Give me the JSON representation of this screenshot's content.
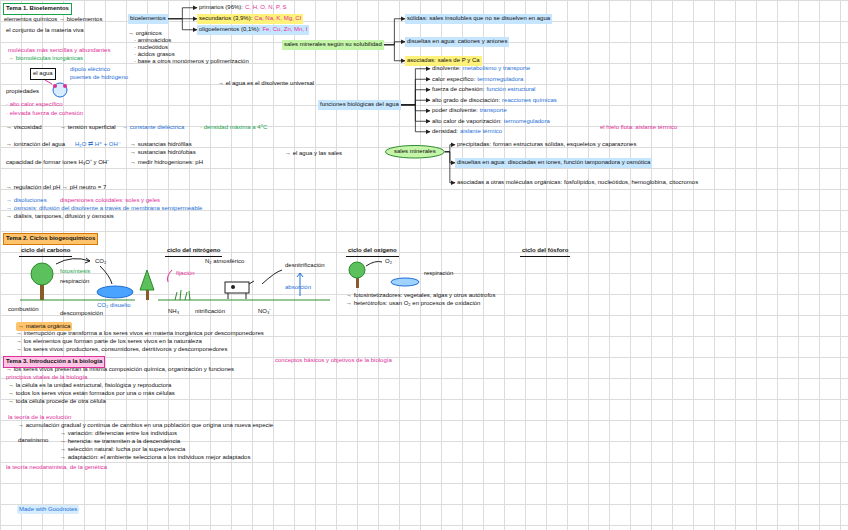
{
  "diagram": {
    "nodes": [
      {
        "text": [
          "Tema 1. Bioelementos"
        ]
      },
      {
        "text": [
          "bioelementos"
        ]
      },
      {
        "text": [
          "primarios (96%):",
          "C, H, O, N, P, S"
        ]
      },
      {
        "text": [
          "secundarios (3,9%):",
          "Ca, Na, K, Mg, Cl"
        ]
      },
      {
        "text": [
          "oligoelementos (0,1%):",
          "Fe, Cu, Zn, Mn, I"
        ]
      },
      {
        "text": [
          "sales minerales según su solubilidad"
        ]
      },
      {
        "text": [
          "sólidas:",
          "sales insolubles que no se disuelven en agua"
        ]
      },
      {
        "text": [
          "disueltas en agua:",
          "cationes y aniones"
        ]
      },
      {
        "text": [
          "asociadas:",
          "sales de P y Ca"
        ]
      },
      {
        "text": [
          "el agua"
        ]
      },
      {
        "text": [
          "funciones biológicas del agua"
        ]
      },
      {
        "text": [
          "disolvente:",
          "metabolismo y transporte"
        ]
      },
      {
        "text": [
          "calor específico:",
          "termorreguladora"
        ]
      },
      {
        "text": [
          "fuerza de cohesión:",
          "función estructural"
        ]
      },
      {
        "text": [
          "alto grado de disociación:",
          "reacciones químicas"
        ]
      },
      {
        "text": [
          "poder disolvente:",
          "transporte"
        ]
      },
      {
        "text": [
          "alto calor de vaporización:",
          "termorreguladora"
        ]
      },
      {
        "text": [
          "densidad:",
          "aislante térmico"
        ]
      },
      {
        "text": [
          "sales minerales"
        ]
      },
      {
        "text": [
          "precipitadas:",
          "forman estructuras sólidas, esqueletos y caparazones"
        ]
      },
      {
        "text": [
          "disueltas en agua:",
          "disociadas en iones, función tamponadora y osmótica"
        ]
      },
      {
        "text": [
          "asociadas a otras moléculas orgánicas:",
          "fosfolípidos, nucleótidos, hemoglobina, citocromos"
        ]
      },
      {
        "text": [
          "Tema 2. Ciclos biogeoquímicos"
        ]
      },
      {
        "text": [
          "ciclo del carbono"
        ]
      },
      {
        "text": [
          "ciclo del nitrógeno"
        ]
      },
      {
        "text": [
          "ciclo del oxígeno"
        ]
      },
      {
        "text": [
          "ciclo del fósforo"
        ]
      },
      {
        "text": [
          "Tema 3. Introducción a la biología"
        ]
      }
    ],
    "edges": [
      {
        "from": 1,
        "to": 2,
        "arrow": "to"
      },
      {
        "from": 1,
        "to": 3,
        "arrow": "to"
      },
      {
        "from": 1,
        "to": 4,
        "arrow": "to"
      },
      {
        "from": 5,
        "to": 6,
        "arrow": "to"
      },
      {
        "from": 5,
        "to": 7,
        "arrow": "to"
      },
      {
        "from": 5,
        "to": 8,
        "arrow": "to"
      },
      {
        "from": 10,
        "to": 11,
        "arrow": "to"
      },
      {
        "from": 10,
        "to": 12,
        "arrow": "to"
      },
      {
        "from": 10,
        "to": 13,
        "arrow": "to"
      },
      {
        "from": 10,
        "to": 14,
        "arrow": "to"
      },
      {
        "from": 10,
        "to": 15,
        "arrow": "to"
      },
      {
        "from": 10,
        "to": 16,
        "arrow": "to"
      },
      {
        "from": 10,
        "to": 17,
        "arrow": "to"
      },
      {
        "from": 18,
        "to": 19,
        "arrow": "to"
      },
      {
        "from": 18,
        "to": 20,
        "arrow": "to"
      },
      {
        "from": 18,
        "to": 21,
        "arrow": "to"
      }
    ],
    "labels": [
      "elementos químicos → bioelementos",
      "el conjunto de la materia viva",
      "→ orgánicos",
      "· aminoácidos",
      "· nucleótidos",
      "· ácidos grasos",
      "· base a otros monómeros y polimerización",
      "moléculas más sencillas y abundantes",
      "→ biomoléculas inorgánicas",
      "→ el agua es el disolvente universal",
      "dipolo eléctrico",
      "puentes de hidrógeno",
      "propiedades",
      "· alto calor específico",
      "· elevada fuerza de cohesión",
      "→ viscosidad",
      "→ tensión superficial",
      "→ constante dieléctrica",
      "· densidad máxima a 4ºC",
      "→ ionización del agua",
      "H₂O ⇄ H⁺ + OH⁻",
      "→ sustancias hidrófilas",
      "→ sustancias hidrófobas",
      "capacidad de formar iones H₃O⁺ y OH⁻",
      "→ medir hidrogeniones: pH",
      "→ regulación del pH → pH neutro = 7",
      "→ disoluciones",
      "dispersiones coloidales: soles y geles",
      "→ ósmosis: difusión del disolvente a través de membrana semipermeable",
      "→ diálisis, tampones, difusión y ósmosis",
      "→ el agua y las sales",
      "el hielo flota: aislante térmico",
      "CO₂",
      "fotosíntesis",
      "respiración",
      "combustión",
      "descomposición",
      "CO₂ disuelto",
      "N₂ atmosférico",
      "fijación",
      "NH₃",
      "nitrificación",
      "NO₃⁻",
      "desnitrificación",
      "absorción",
      "O₂",
      "respiración",
      "→ fotosintetizadores: vegetales, algas y otros autótrofos",
      "→ heterótrofos: usan O₂ en procesos de oxidación",
      "→ materia orgánica",
      "→ interrupción que transforma a los seres vivos en materia inorgánica por descomponedores",
      "→ los elementos que forman parte de los seres vivos en la naturaleza",
      "→ los seres vivos: productores, consumidores, detritívoros y descomponedores",
      "conceptos básicos y objetivos de la biología",
      "→ los seres vivos presentan la misma composición química, organización y funciones",
      "principios vitales de la biología",
      "→ la célula es la unidad estructural, fisiológica y reproductora",
      "→ todos los seres vivos están formados por una o más células",
      "→ toda célula procede de otra célula",
      "la teoría de la evolución",
      "→ acumulación gradual y continua de cambios en una población que origina una nueva especie",
      "darwinismo",
      "→ variación: diferencias entre los individuos",
      "→ herencia: se transmiten a la descendencia",
      "→ selección natural: lucha por la supervivencia",
      "→ adaptación: el ambiente selecciona a los individuos mejor adaptados",
      "la teoría neodarwinista, de la genética",
      "Made with Goodnotes"
    ]
  }
}
